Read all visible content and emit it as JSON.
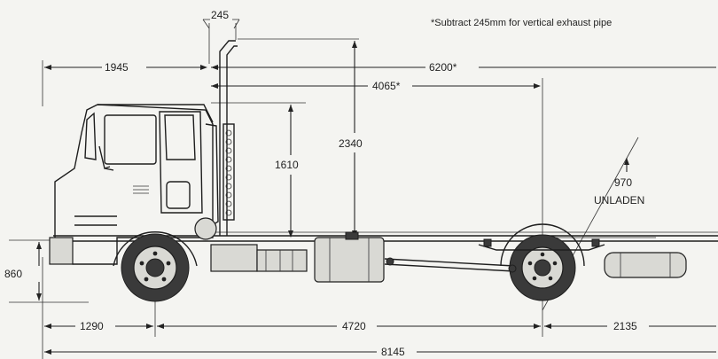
{
  "note": "*Subtract 245mm for vertical exhaust pipe",
  "dimensions": {
    "exhaust_offset": "245",
    "front_to_cab_back": "1945",
    "cab_back_to_rear": "6200*",
    "cab_back_to_rear_axle": "4065*",
    "exhaust_height": "2340",
    "cab_height_above_frame": "1610",
    "frame_height": "860",
    "front_overhang": "1290",
    "wheelbase": "4720",
    "rear_overhang": "2135",
    "overall_length": "8145",
    "rear_clearance_value": "970",
    "rear_clearance_label": "UNLADEN"
  },
  "colors": {
    "ink": "#222222",
    "paper": "#f4f4f1"
  }
}
